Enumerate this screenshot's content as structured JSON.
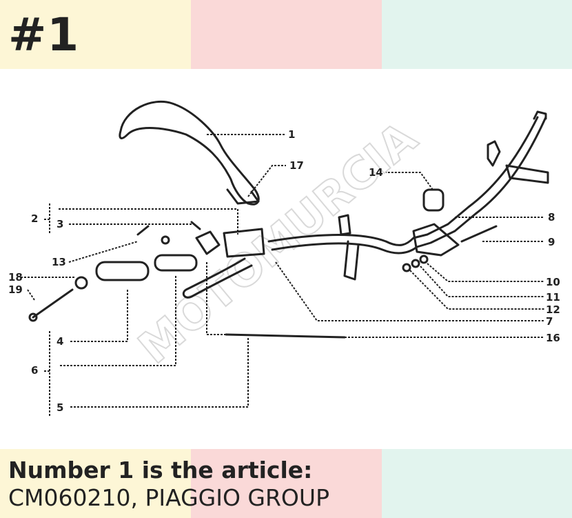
{
  "badge": "#1",
  "diagram": {
    "callouts": [
      "1",
      "17",
      "14",
      "2",
      "3",
      "8",
      "9",
      "13",
      "18",
      "19",
      "10",
      "11",
      "12",
      "7",
      "16",
      "4",
      "6",
      "5"
    ],
    "watermark": "MOTOMURCIA"
  },
  "caption": {
    "line1": "Number 1 is the article:",
    "line2": "CM060210, PIAGGIO GROUP"
  },
  "colors": {
    "stripe_yellow": "#fdf6d6",
    "stripe_pink": "#fad9d8",
    "stripe_mint": "#e2f4ee",
    "text": "#222222"
  }
}
